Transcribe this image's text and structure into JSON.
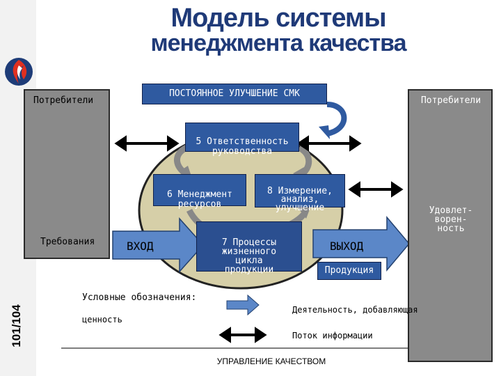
{
  "page_number": "101/104",
  "title": {
    "line1": "Модель системы",
    "line2": "менеджмента качества"
  },
  "left_pillar": {
    "label": "Потребители",
    "sub_label": "Требования"
  },
  "right_pillar": {
    "label": "Потребители",
    "sub_label": "Удовлет-\nворен-\nность"
  },
  "top_banner": "ПОСТОЯННОЕ УЛУЧШЕНИЕ СМК",
  "boxes": {
    "responsibility": "5 Ответственность\nруководства",
    "resources": "6 Менеджмент\nресурсов",
    "measurement": "8 Измерение,\nанализ,\nулучшение",
    "processes": "7 Процессы\nжизненного\nцикла\nпродукции",
    "product": "Продукция"
  },
  "arrows": {
    "input": "ВХОД",
    "output": "ВЫХОД"
  },
  "legend": {
    "title": "Условные обозначения:",
    "value_activity_1": "Деятельность, добавляющая",
    "value_activity_2": "ценность",
    "info_flow": "Поток информации"
  },
  "footer": "УПРАВЛЕНИЕ КАЧЕСТВОМ",
  "colors": {
    "title": "#1f3a78",
    "box_blue": "#2f5aa0",
    "ellipse": "#d6cfa8",
    "pillar": "#8a8a8a"
  }
}
